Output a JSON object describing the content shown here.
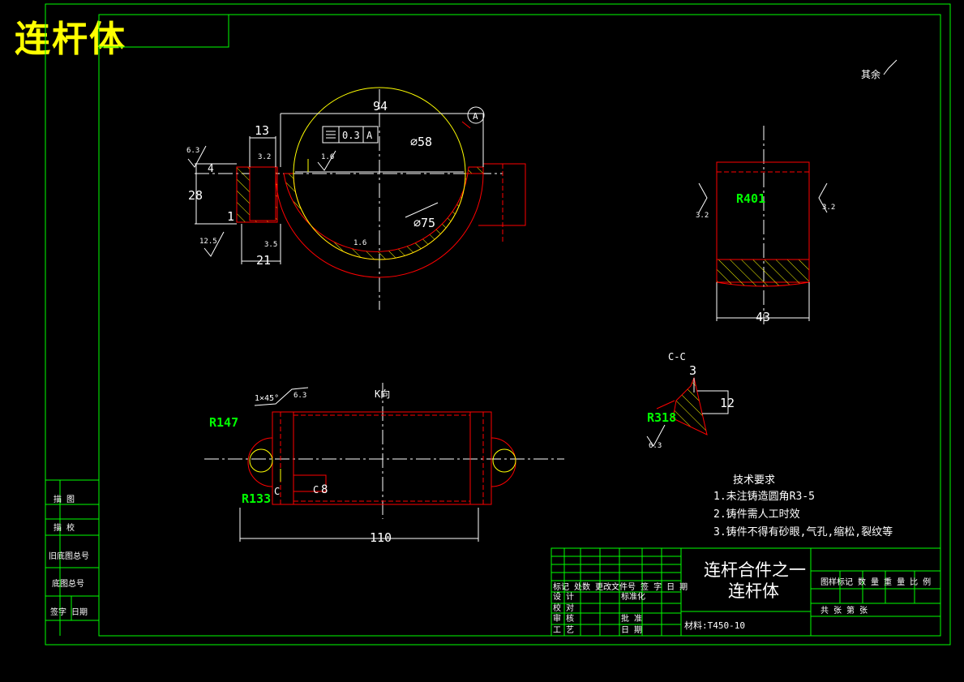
{
  "header": {
    "big_title": "连杆体"
  },
  "colors": {
    "background": "#000000",
    "frame": "#00ff00",
    "outline": "#ff0000",
    "hatch": "#ffff00",
    "dimension": "#ffffff",
    "radius_label": "#00ff00",
    "big_title": "#ffff00"
  },
  "surface_note": "其余",
  "view_top": {
    "dims": {
      "d94": "94",
      "d13": "13",
      "d28": "28",
      "d1": "1",
      "d21": "21",
      "d4": "4",
      "dia58": "⌀58",
      "dia75": "⌀75"
    },
    "tolerance": {
      "value": "0.3",
      "datum": "A"
    },
    "datum_marker": "A",
    "roughness": {
      "r1": "6.3",
      "r2": "3.2",
      "r3": "1.6",
      "r4": "12.5",
      "r5": "3.5",
      "r6": "1.6"
    }
  },
  "view_side": {
    "radius": "R401",
    "width": "43",
    "roughness_left": "3.2",
    "roughness_right": "3.2"
  },
  "view_section": {
    "label": "C-C",
    "d3": "3",
    "d12": "12",
    "radius": "R318",
    "roughness": "6.3"
  },
  "view_bottom": {
    "label": "K向",
    "chamfer": "1×45°",
    "roughness": "6.3",
    "r147": "R147",
    "r133": "R133",
    "c_left": "C",
    "c_right": "C",
    "d8": "8",
    "d110": "110"
  },
  "tech_requirements": {
    "title": "技术要求",
    "items": [
      "1.未注铸造圆角R3-5",
      "2.铸件需人工时效",
      "3.铸件不得有砂眼,气孔,缩松,裂纹等"
    ]
  },
  "title_block": {
    "part_name_line1": "连杆合件之一",
    "part_name_line2": "连杆体",
    "material": "材料:T450-10",
    "headers_left": "标记 处数 更改文件号 签 字 日 期",
    "design": "设 计",
    "standardize": "标准化",
    "check": "校 对",
    "review": "审 核",
    "approve": "批 准",
    "process": "工 艺",
    "date": "日 期",
    "right_headers": "图样标记  数 量  重 量  比 例",
    "sheets": "共   张     第   张"
  },
  "left_strip": {
    "items": [
      "描 图",
      "描 校",
      "旧底图总号",
      "底图总号",
      "签字 日期"
    ]
  }
}
